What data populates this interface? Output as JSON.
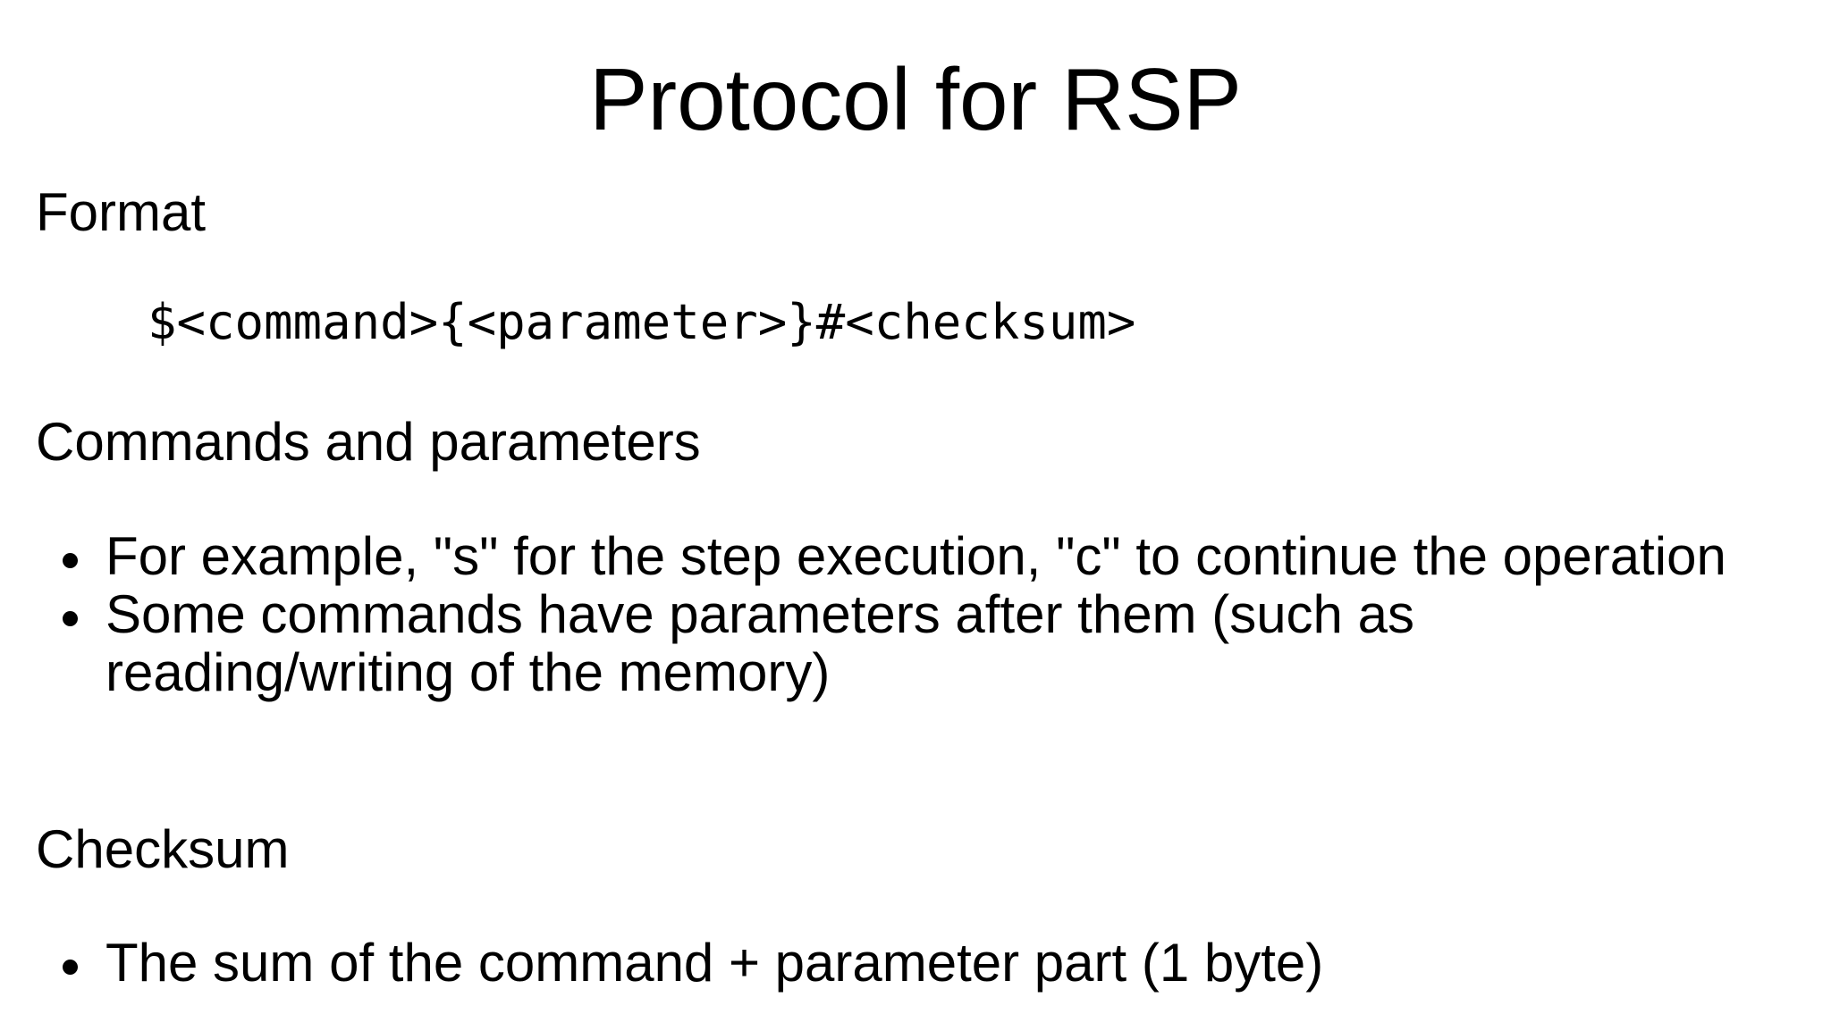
{
  "slide": {
    "title": "Protocol for RSP",
    "format": {
      "heading": "Format",
      "code": "$<command>{<parameter>}#<checksum>"
    },
    "commands": {
      "heading": "Commands and parameters",
      "bullets": [
        "For example, \"s\" for the step execution, \"c\" to continue the operation",
        "Some commands have parameters after them (such as reading/writing of the memory)"
      ]
    },
    "checksum": {
      "heading": "Checksum",
      "bullets": [
        "The sum of the command + parameter part (1 byte)"
      ]
    }
  }
}
